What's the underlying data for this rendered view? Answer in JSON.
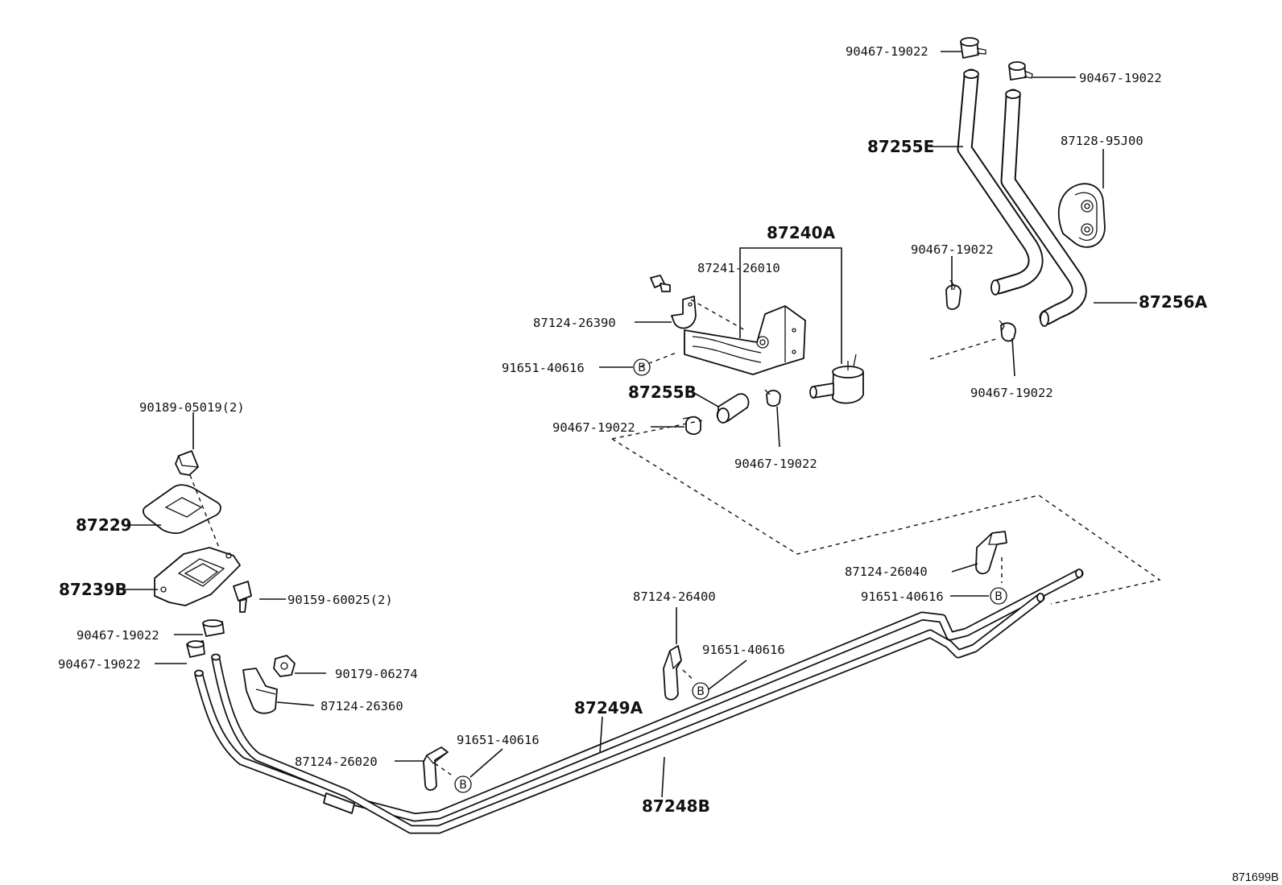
{
  "labels": {
    "clamp_top1": "90467-19022",
    "clamp_top2": "90467-19022",
    "hose_87255E": "87255E",
    "cover_87128": "87128-95J00",
    "valve_87240A": "87240A",
    "bracket_87241": "87241-26010",
    "clamp_mid_left": "90467-19022",
    "hose_87256A": "87256A",
    "clamp_87124_26390": "87124-26390",
    "bolt_91651_a": "91651-40616",
    "hose_87255B": "87255B",
    "clamp_right_low": "90467-19022",
    "clamp_center_left": "90467-19022",
    "clamp_center_below": "90467-19022",
    "bolt_90189": "90189-05019(2)",
    "plate_87229": "87229",
    "plate_87239B": "87239B",
    "screw_90159": "90159-60025(2)",
    "clamp_left_a": "90467-19022",
    "clamp_left_b": "90467-19022",
    "nut_90179": "90179-06274",
    "clamp_87124_26360": "87124-26360",
    "clamp_87124_26040": "87124-26040",
    "bolt_91651_b": "91651-40616",
    "clamp_87124_26400": "87124-26400",
    "bolt_91651_c": "91651-40616",
    "pipe_87249A": "87249A",
    "bolt_91651_d": "91651-40616",
    "clamp_87124_26020": "87124-26020",
    "pipe_87248B": "87248B",
    "figure_id": "871699B"
  },
  "callout_symbol": "B"
}
